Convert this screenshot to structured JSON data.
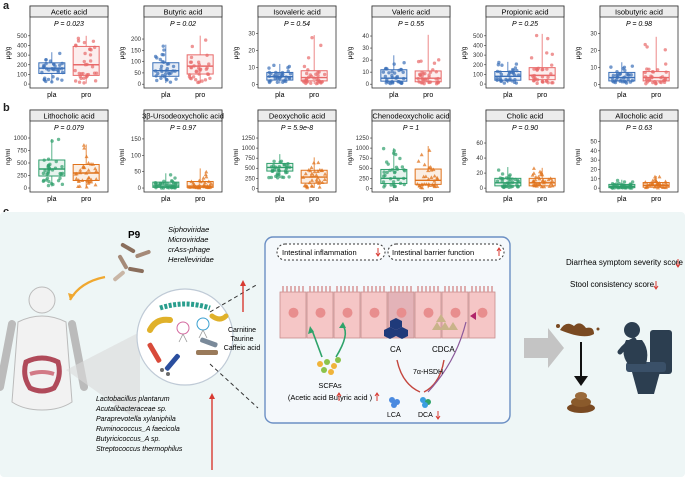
{
  "panels": {
    "a": "a",
    "b": "b",
    "c": "c"
  },
  "chart_data": [
    {
      "type": "box",
      "title": "Acetic acid",
      "p_label": "P = 0.023",
      "ylabel": "μg/g",
      "yticks": [
        0,
        100,
        200,
        300,
        400,
        500
      ],
      "ylim": [
        -20,
        560
      ],
      "categories": [
        "pla",
        "pro"
      ],
      "colors": [
        "#3a6fb8",
        "#e86a6a"
      ],
      "marker": "circle",
      "boxes": [
        {
          "q1": 110,
          "median": 165,
          "q3": 220,
          "whisker_low": 15,
          "whisker_high": 330
        },
        {
          "q1": 90,
          "median": 200,
          "q3": 390,
          "whisker_low": 5,
          "whisker_high": 500
        }
      ]
    },
    {
      "type": "box",
      "title": "Butyric acid",
      "p_label": "P = 0.02",
      "ylabel": "μg/g",
      "yticks": [
        0,
        50,
        100,
        150,
        200
      ],
      "ylim": [
        -8,
        240
      ],
      "categories": [
        "pla",
        "pro"
      ],
      "colors": [
        "#3a6fb8",
        "#e86a6a"
      ],
      "marker": "circle",
      "boxes": [
        {
          "q1": 35,
          "median": 60,
          "q3": 95,
          "whisker_low": 5,
          "whisker_high": 175
        },
        {
          "q1": 45,
          "median": 80,
          "q3": 130,
          "whisker_low": 5,
          "whisker_high": 215
        }
      ]
    },
    {
      "type": "box",
      "title": "Isovaleric acid",
      "p_label": "P = 0.54",
      "ylabel": "μg/g",
      "yticks": [
        0,
        10,
        20,
        30
      ],
      "ylim": [
        -1,
        32
      ],
      "categories": [
        "pla",
        "pro"
      ],
      "colors": [
        "#3a6fb8",
        "#e86a6a"
      ],
      "marker": "circle",
      "boxes": [
        {
          "q1": 2.5,
          "median": 4.5,
          "q3": 7,
          "whisker_low": 0.5,
          "whisker_high": 12
        },
        {
          "q1": 2,
          "median": 4,
          "q3": 8,
          "whisker_low": 0.3,
          "whisker_high": 29
        }
      ]
    },
    {
      "type": "box",
      "title": "Valeric acid",
      "p_label": "P = 0.55",
      "ylabel": "μg/g",
      "yticks": [
        0,
        10,
        20,
        30,
        40
      ],
      "ylim": [
        -1.5,
        45
      ],
      "categories": [
        "pla",
        "pro"
      ],
      "colors": [
        "#3a6fb8",
        "#e86a6a"
      ],
      "marker": "circle",
      "boxes": [
        {
          "q1": 2.5,
          "median": 5,
          "q3": 12,
          "whisker_low": 0.5,
          "whisker_high": 24
        },
        {
          "q1": 2,
          "median": 5,
          "q3": 11,
          "whisker_low": 0.3,
          "whisker_high": 41
        }
      ]
    },
    {
      "type": "box",
      "title": "Propionic acid",
      "p_label": "P = 0.25",
      "ylabel": "μg/g",
      "yticks": [
        0,
        100,
        200,
        300,
        400,
        500
      ],
      "ylim": [
        -20,
        560
      ],
      "categories": [
        "pla",
        "pro"
      ],
      "colors": [
        "#3a6fb8",
        "#e86a6a"
      ],
      "marker": "circle",
      "boxes": [
        {
          "q1": 40,
          "median": 80,
          "q3": 130,
          "whisker_low": 10,
          "whisker_high": 230
        },
        {
          "q1": 45,
          "median": 90,
          "q3": 170,
          "whisker_low": 5,
          "whisker_high": 520
        }
      ]
    },
    {
      "type": "box",
      "title": "Isobutyric acid",
      "p_label": "P = 0.98",
      "ylabel": "μg/g",
      "yticks": [
        0,
        10,
        20,
        30
      ],
      "ylim": [
        -1,
        32
      ],
      "categories": [
        "pla",
        "pro"
      ],
      "colors": [
        "#3a6fb8",
        "#e86a6a"
      ],
      "marker": "circle",
      "boxes": [
        {
          "q1": 2,
          "median": 4,
          "q3": 7,
          "whisker_low": 0.5,
          "whisker_high": 13
        },
        {
          "q1": 2,
          "median": 4,
          "q3": 7.5,
          "whisker_low": 0.3,
          "whisker_high": 28
        }
      ]
    },
    {
      "type": "box",
      "title": "Lithocholic acid",
      "p_label": "P = 0.079",
      "ylabel": "ng/ml",
      "yticks": [
        0,
        250,
        500,
        750,
        1000
      ],
      "ylim": [
        -40,
        1080
      ],
      "categories": [
        "pla",
        "pro"
      ],
      "colors": [
        "#2e9e6b",
        "#e0731c"
      ],
      "marker": [
        "circle",
        "triangle"
      ],
      "boxes": [
        {
          "q1": 240,
          "median": 380,
          "q3": 560,
          "whisker_low": 30,
          "whisker_high": 980
        },
        {
          "q1": 150,
          "median": 300,
          "q3": 470,
          "whisker_low": 10,
          "whisker_high": 870
        }
      ]
    },
    {
      "type": "box",
      "title": "3β-Ursodeoxycholic acid",
      "p_label": "P = 0.97",
      "ylabel": "ng/ml",
      "yticks": [
        0,
        50,
        100,
        150
      ],
      "ylim": [
        -6,
        165
      ],
      "categories": [
        "pla",
        "pro"
      ],
      "colors": [
        "#2e9e6b",
        "#e0731c"
      ],
      "marker": [
        "circle",
        "triangle"
      ],
      "boxes": [
        {
          "q1": 2,
          "median": 6,
          "q3": 18,
          "whisker_low": 0,
          "whisker_high": 45
        },
        {
          "q1": 2,
          "median": 6,
          "q3": 20,
          "whisker_low": 0,
          "whisker_high": 60
        }
      ]
    },
    {
      "type": "box",
      "title": "Deoxycholic acid",
      "p_label": "P = 5.9e-8",
      "ylabel": "ng/ml",
      "yticks": [
        0,
        250,
        500,
        750,
        1000,
        1250
      ],
      "ylim": [
        -40,
        1350
      ],
      "categories": [
        "pla",
        "pro"
      ],
      "colors": [
        "#2e9e6b",
        "#e0731c"
      ],
      "marker": [
        "circle",
        "triangle"
      ],
      "boxes": [
        {
          "q1": 430,
          "median": 520,
          "q3": 620,
          "whisker_low": 260,
          "whisker_high": 850
        },
        {
          "q1": 130,
          "median": 280,
          "q3": 450,
          "whisker_low": 10,
          "whisker_high": 770
        }
      ]
    },
    {
      "type": "box",
      "title": "Chenodeoxycholic acid",
      "p_label": "P = 1",
      "ylabel": "ng/ml",
      "yticks": [
        0,
        250,
        500,
        750,
        1000,
        1250
      ],
      "ylim": [
        -40,
        1350
      ],
      "categories": [
        "pla",
        "pro"
      ],
      "colors": [
        "#2e9e6b",
        "#e0731c"
      ],
      "marker": [
        "circle",
        "triangle"
      ],
      "boxes": [
        {
          "q1": 120,
          "median": 250,
          "q3": 470,
          "whisker_low": 10,
          "whisker_high": 1000
        },
        {
          "q1": 100,
          "median": 200,
          "q3": 480,
          "whisker_low": 5,
          "whisker_high": 1050
        }
      ]
    },
    {
      "type": "box",
      "title": "Cholic acid",
      "p_label": "P = 0.90",
      "ylabel": "ng/ml",
      "yticks": [
        0,
        20,
        40,
        60
      ],
      "ylim": [
        -2.5,
        72
      ],
      "categories": [
        "pla",
        "pro"
      ],
      "colors": [
        "#2e9e6b",
        "#e0731c"
      ],
      "marker": [
        "circle",
        "triangle"
      ],
      "boxes": [
        {
          "q1": 3,
          "median": 7,
          "q3": 13,
          "whisker_low": 0.5,
          "whisker_high": 28
        },
        {
          "q1": 3,
          "median": 7,
          "q3": 13,
          "whisker_low": 0.5,
          "whisker_high": 27
        }
      ]
    },
    {
      "type": "box",
      "title": "Allocholic acid",
      "p_label": "P = 0.63",
      "ylabel": "ng/ml",
      "yticks": [
        0,
        10,
        20,
        30,
        40,
        50
      ],
      "ylim": [
        -2,
        58
      ],
      "categories": [
        "pla",
        "pro"
      ],
      "colors": [
        "#2e9e6b",
        "#e0731c"
      ],
      "marker": [
        "circle",
        "triangle"
      ],
      "boxes": [
        {
          "q1": 0.5,
          "median": 2,
          "q3": 4,
          "whisker_low": 0,
          "whisker_high": 9
        },
        {
          "q1": 1,
          "median": 3,
          "q3": 6,
          "whisker_low": 0,
          "whisker_high": 13
        }
      ]
    }
  ],
  "schematic": {
    "probiotic": "P9",
    "phages": [
      "Siphoviridae",
      "Microviridae",
      "crAss-phage",
      "Herelleviridae"
    ],
    "metabolites": [
      "Carnitine",
      "Taurine",
      "Caffeic acid"
    ],
    "bacteria": [
      "Lactobacillus plantarum",
      "Acutalibacteraceae sp.",
      "Paraprevotella xylaniphila",
      "Ruminococcus_A faecicola",
      "Butyricicoccus_A sp.",
      "Streptococcus thermophilus"
    ],
    "inflammation": "Intestinal inflammation",
    "barrier": "Intestinal barrier function",
    "scfas": "SCFAs",
    "scfas_detail": "(Acetic acid   Butyric acid   )",
    "ca": "CA",
    "cdca": "CDCA",
    "enzyme": "7α-HSDH",
    "lca": "LCA",
    "dca": "DCA",
    "symptom": "Diarrhea symptom severity score",
    "stool": "Stool consistency score",
    "colors": {
      "bg": "#eef6f6",
      "panel": "#f4f8fb",
      "border": "#6b8fc4",
      "red": "#d83a32",
      "green": "#2ea36a",
      "gray": "#8e8e8e",
      "brown": "#8a5a2b"
    }
  }
}
